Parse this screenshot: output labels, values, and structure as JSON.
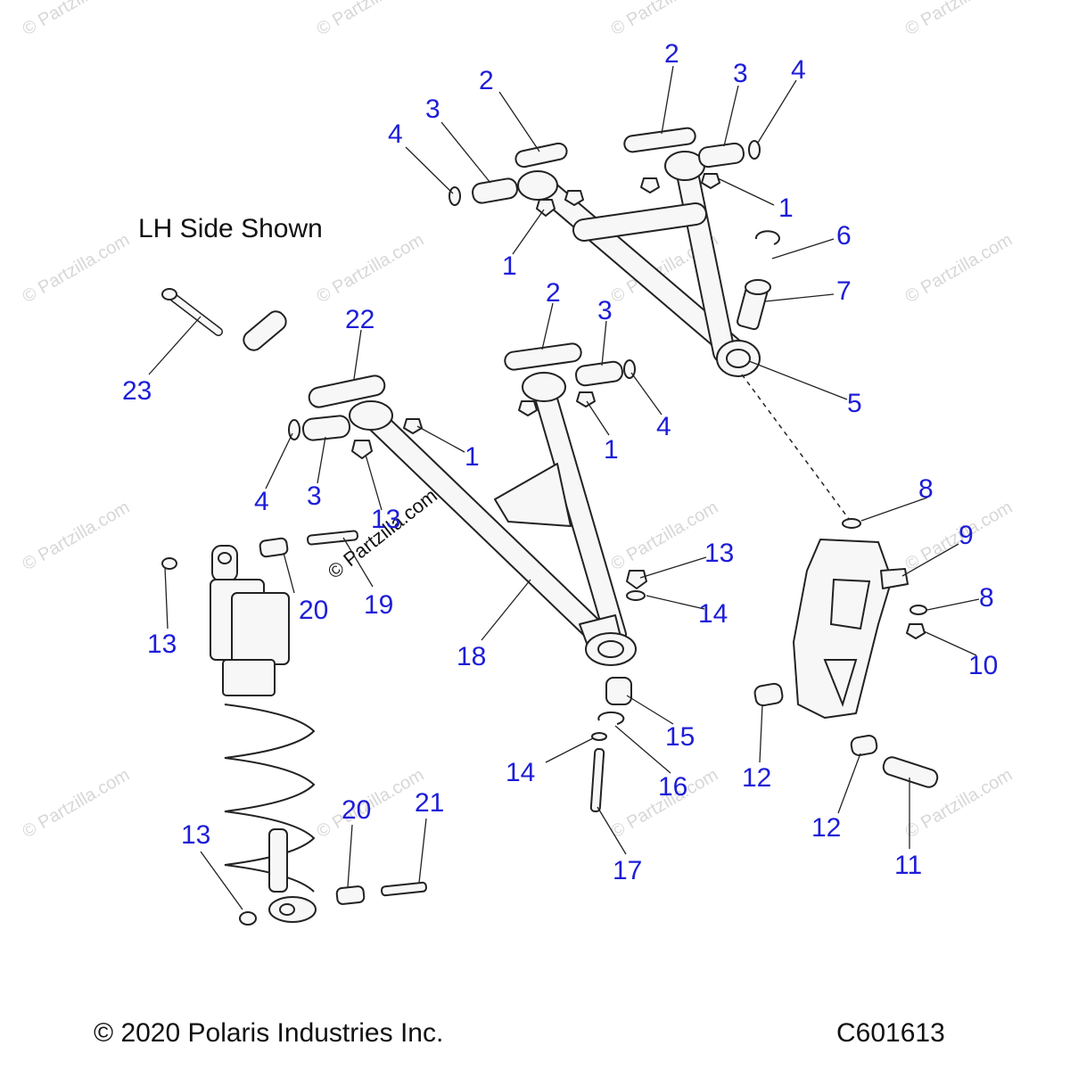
{
  "diagram": {
    "label_side": "LH Side Shown",
    "copyright": "© 2020 Polaris Industries Inc.",
    "figure_code": "C601613",
    "watermark": "© Partzilla.com",
    "callouts": {
      "c2a": "2",
      "c2b": "2",
      "c2c": "2",
      "c3a": "3",
      "c3b": "3",
      "c3c": "3",
      "c3d": "3",
      "c4a": "4",
      "c4b": "4",
      "c4c": "4",
      "c4d": "4",
      "c1a": "1",
      "c1b": "1",
      "c1c": "1",
      "c1d": "1",
      "c6": "6",
      "c7": "7",
      "c5": "5",
      "c22": "22",
      "c23": "23",
      "c13a": "13",
      "c13b": "13",
      "c13c": "13",
      "c13d": "13",
      "c20a": "20",
      "c20b": "20",
      "c19": "19",
      "c18": "18",
      "c14a": "14",
      "c14b": "14",
      "c15": "15",
      "c16": "16",
      "c17": "17",
      "c8a": "8",
      "c8b": "8",
      "c9": "9",
      "c10": "10",
      "c12a": "12",
      "c12b": "12",
      "c11": "11",
      "c21": "21"
    }
  }
}
